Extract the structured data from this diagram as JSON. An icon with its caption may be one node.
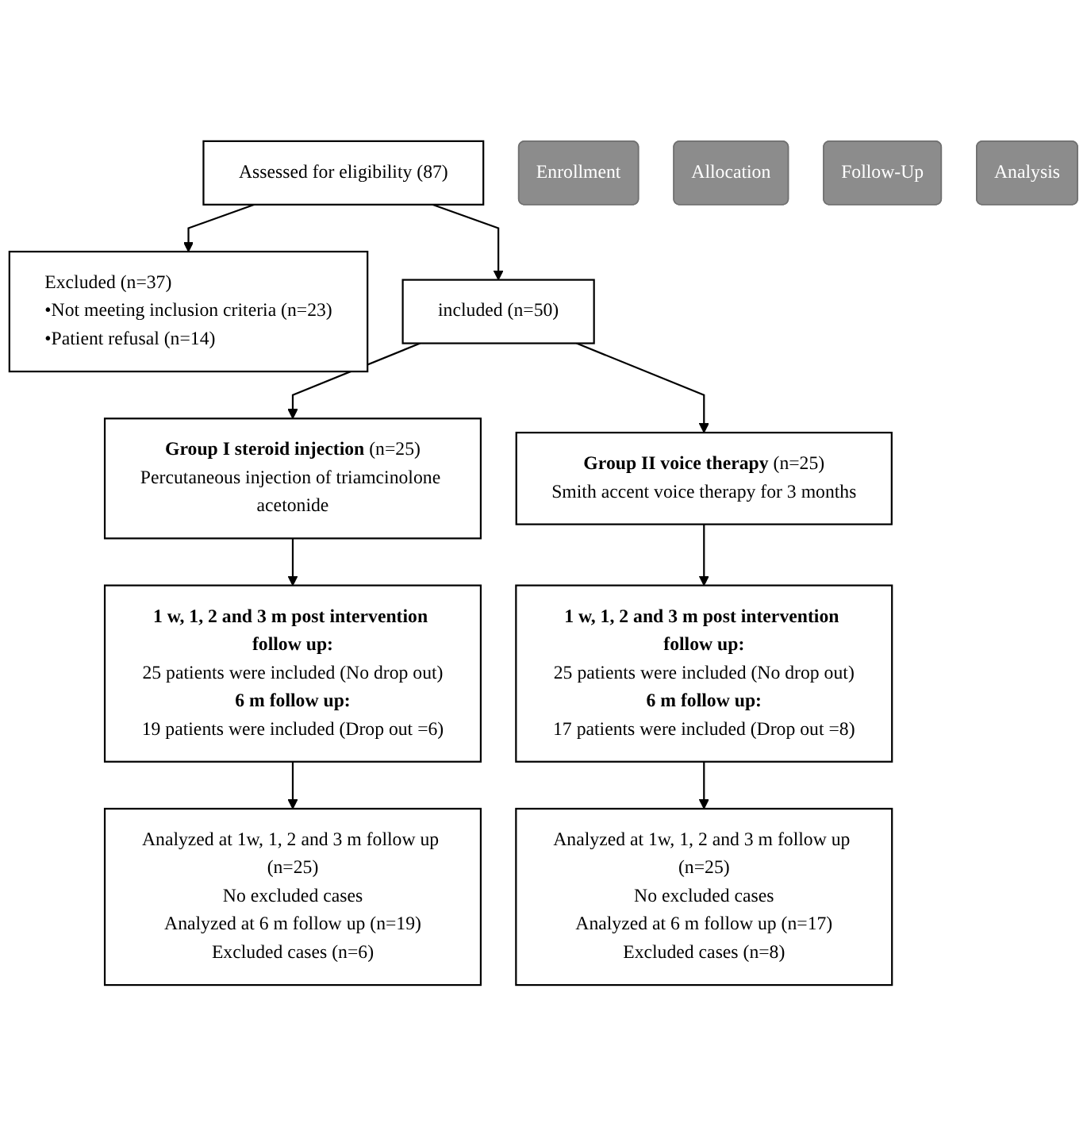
{
  "diagram": {
    "nodes": [
      {
        "text": [
          "Assessed for eligibility (87)"
        ]
      },
      {
        "text": [
          "Enrollment"
        ]
      },
      {
        "text": [
          "Excluded (n=37)",
          "•Not meeting inclusion criteria (n=23)",
          "•Patient refusal (n=14)"
        ]
      },
      {
        "text": [
          "included (n=50)"
        ]
      },
      {
        "text": [
          "Allocation"
        ]
      },
      {
        "text": [
          "**Group I steroid injection** (n=25)",
          "Percutaneous injection of triamcinolone acetonide"
        ]
      },
      {
        "text": [
          "**Group II voice therapy** (n=25)",
          "Smith accent voice therapy for 3 months"
        ]
      },
      {
        "text": [
          "Follow-Up"
        ]
      },
      {
        "text": [
          "1 w, 1, 2 and 3 m post intervention follow up:",
          "25 patients were included (No drop out)",
          "6 m follow up:",
          "19 patients were included (Drop out =6)"
        ]
      },
      {
        "text": [
          "1 w, 1, 2 and 3 m post intervention follow up:",
          "25 patients were included (No drop out)",
          "6 m follow up:",
          "17 patients were included (Drop out =8)"
        ]
      },
      {
        "text": [
          "Analysis"
        ]
      },
      {
        "text": [
          "Analyzed at 1w, 1, 2 and 3 m follow up (n=25)",
          "No excluded cases",
          "Analyzed at 6 m follow up (n=19)",
          "Excluded cases (n=6)"
        ]
      },
      {
        "text": [
          "Analyzed at 1w, 1, 2 and 3 m follow up (n=25)",
          "No excluded cases",
          "Analyzed at 6 m follow up (n=17)",
          "Excluded cases (n=8)"
        ]
      }
    ],
    "edges": [
      {
        "from": 0,
        "to": 3,
        "arrow": "to"
      },
      {
        "from": 0,
        "to": 2,
        "arrow": "to"
      },
      {
        "from": 3,
        "to": 5,
        "arrow": "to"
      },
      {
        "from": 3,
        "to": 6,
        "arrow": "to"
      },
      {
        "from": 5,
        "to": 8,
        "arrow": "to"
      },
      {
        "from": 6,
        "to": 9,
        "arrow": "to"
      },
      {
        "from": 8,
        "to": 11,
        "arrow": "to"
      },
      {
        "from": 9,
        "to": 12,
        "arrow": "to"
      }
    ]
  }
}
